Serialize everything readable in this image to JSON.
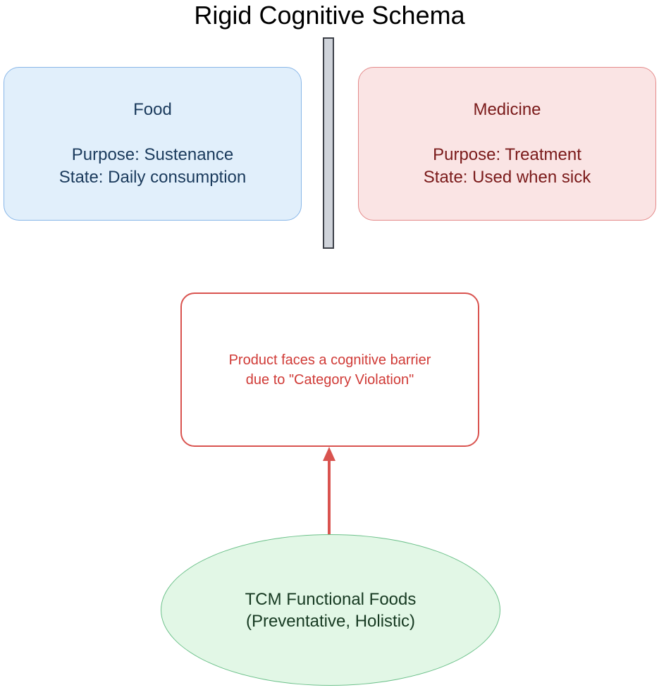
{
  "title": "Rigid Cognitive Schema",
  "food": {
    "heading": "Food",
    "purpose": "Purpose: Sustenance",
    "state": "State: Daily consumption"
  },
  "medicine": {
    "heading": "Medicine",
    "purpose": "Purpose: Treatment",
    "state": "State: Used when sick"
  },
  "barrier": {
    "line1": "Product faces a cognitive barrier",
    "line2": "due to \"Category Violation\""
  },
  "tcm": {
    "line1": "TCM Functional Foods",
    "line2": "(Preventative, Holistic)"
  },
  "colors": {
    "food_fill": "#e1effb",
    "food_border": "#88b6e8",
    "medicine_fill": "#fae4e4",
    "medicine_border": "#e48a8a",
    "barrier_border": "#d9534f",
    "tcm_fill": "#e2f7e6",
    "tcm_border": "#6cc18a",
    "arrow": "#d9534f"
  }
}
